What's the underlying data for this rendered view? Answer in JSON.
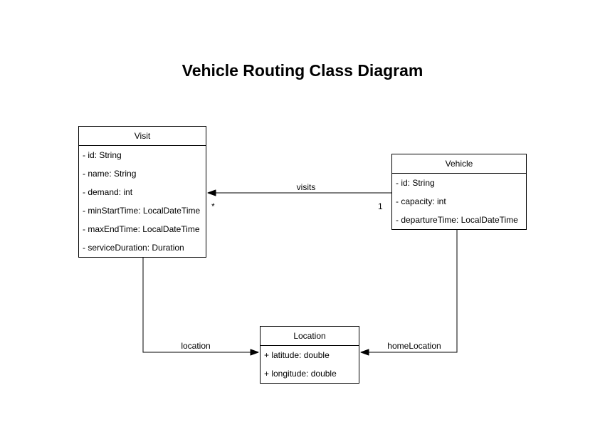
{
  "title": "Vehicle Routing Class Diagram",
  "classes": {
    "visit": {
      "name": "Visit",
      "attributes": [
        "- id: String",
        "- name: String",
        "- demand: int",
        "- minStartTime: LocalDateTime",
        "- maxEndTime: LocalDateTime",
        "- serviceDuration: Duration"
      ]
    },
    "vehicle": {
      "name": "Vehicle",
      "attributes": [
        "- id: String",
        "- capacity: int",
        "- departureTime: LocalDateTime"
      ]
    },
    "location": {
      "name": "Location",
      "attributes": [
        "+ latitude: double",
        "+ longitude: double"
      ]
    }
  },
  "edges": {
    "visits": {
      "label": "visits",
      "source": "Vehicle",
      "target": "Visit",
      "source_multiplicity": "1",
      "target_multiplicity": "*"
    },
    "location": {
      "label": "location",
      "source": "Visit",
      "target": "Location"
    },
    "homeLocation": {
      "label": "homeLocation",
      "source": "Vehicle",
      "target": "Location"
    }
  },
  "colors": {
    "background": "#ffffff",
    "stroke": "#000000",
    "text": "#000000"
  }
}
